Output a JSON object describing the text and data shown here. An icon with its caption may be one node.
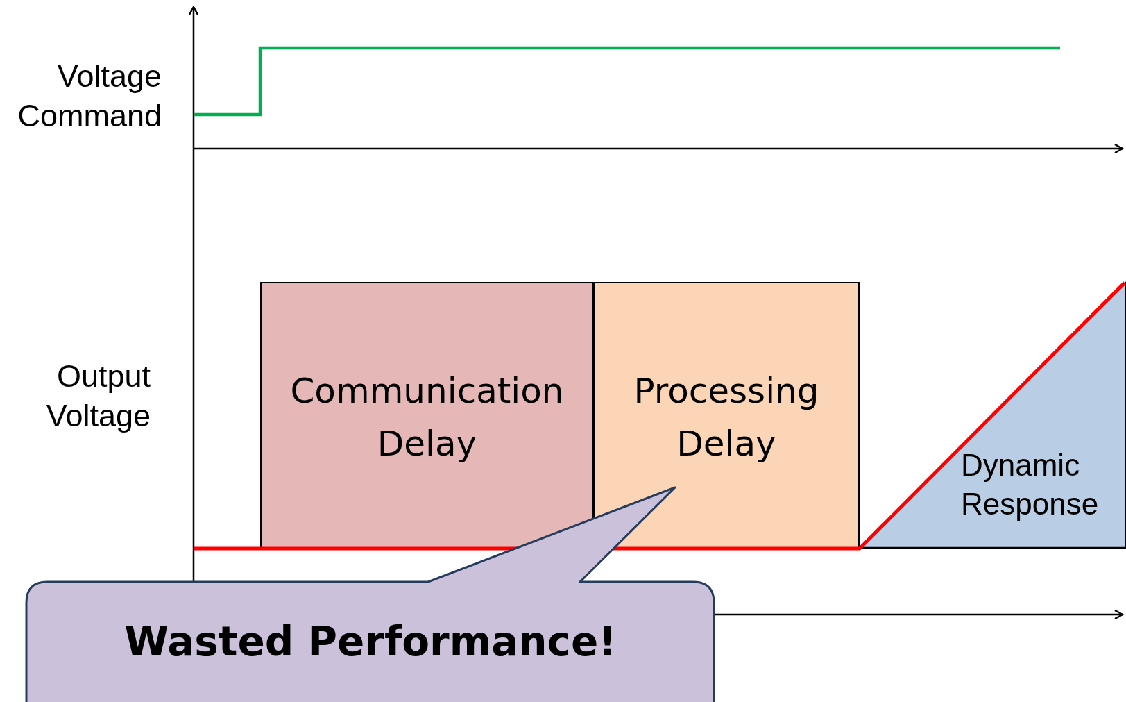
{
  "diagram": {
    "nodes": [
      {
        "text": [
          "Communication Delay"
        ]
      },
      {
        "text": [
          "Processing Delay"
        ]
      },
      {
        "text": [
          "Dynamic Response"
        ]
      },
      {
        "text": [
          "Wasted Performance!"
        ]
      }
    ],
    "labels": [
      "Voltage Command",
      "Output Voltage"
    ]
  }
}
